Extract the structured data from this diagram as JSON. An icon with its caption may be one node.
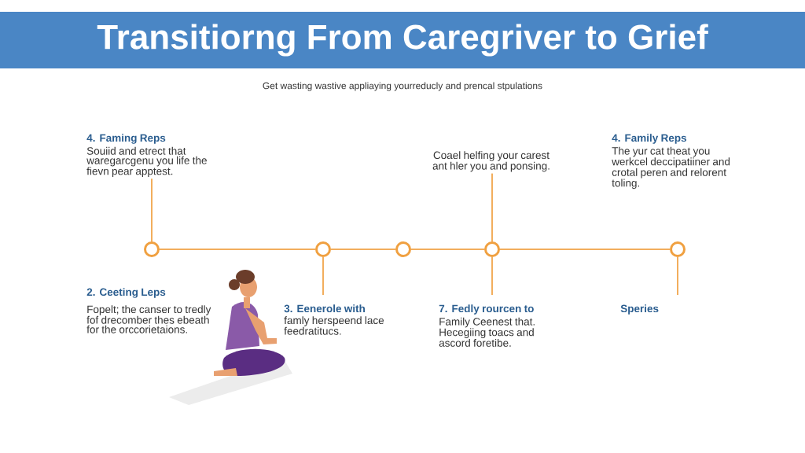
{
  "diagram": {
    "title": "Transitiorng From Caregriver to Grief",
    "nodes": [
      {
        "text": [
          "4. Faming Reps",
          "Souiid and etrect that waregarcgenu you life the fievn pear apptest."
        ]
      },
      {
        "text": [
          "Coael helfing your carest ant hler you and ponsing."
        ]
      },
      {
        "text": [
          "4. Family Reps",
          "The yur cat theat you werkcel deccipatiiner and crotal peren and relorent toling."
        ]
      },
      {
        "text": [],
        "shape": "circle"
      },
      {
        "text": [],
        "shape": "circle"
      },
      {
        "text": [],
        "shape": "circle"
      },
      {
        "text": [],
        "shape": "circle"
      },
      {
        "text": [],
        "shape": "circle"
      },
      {
        "text": [
          "3. Eenerole with",
          "famly herspeend lace feedratitucs."
        ]
      },
      {
        "text": [
          "**7. Fedly rourcen** to",
          "Family Ceenest that. Hecegiing toacs and ascord foretibe."
        ]
      },
      {
        "text": [
          "Speries"
        ]
      }
    ],
    "edges": [
      {
        "from": 3,
        "to": 4,
        "arrow": "none"
      },
      {
        "from": 4,
        "to": 5,
        "arrow": "none"
      },
      {
        "from": 5,
        "to": 6,
        "arrow": "none"
      },
      {
        "from": 6,
        "to": 7,
        "arrow": "none"
      },
      {
        "from": 3,
        "to": 0,
        "arrow": "none"
      },
      {
        "from": 6,
        "to": 1,
        "arrow": "none"
      },
      {
        "from": 4,
        "to": 8,
        "arrow": "none"
      },
      {
        "from": 6,
        "to": 9,
        "arrow": "none"
      },
      {
        "from": 7,
        "to": 10,
        "arrow": "none"
      }
    ],
    "labels": [
      "Get wasting wastive appliaying yourreducly and prencal stpulations",
      "2. Ceeting Leps",
      "Fopelt; the canser to tredly fof drecomber thes ebeath for the orccorietaions."
    ]
  }
}
